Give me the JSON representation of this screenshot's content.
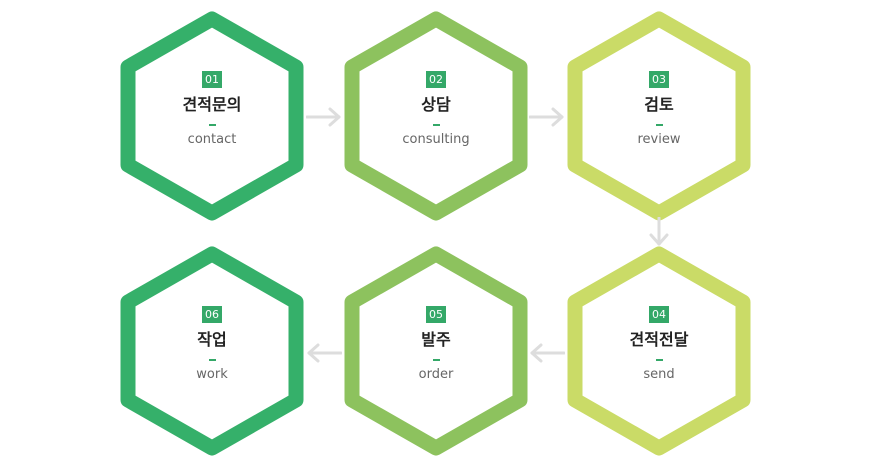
{
  "colors": {
    "dark_green": "#35b06a",
    "mid_green": "#8dc25e",
    "light_green": "#cadb67",
    "badge": "#34a868",
    "arrow": "#dddddd"
  },
  "steps": [
    {
      "num": "01",
      "title": "견적문의",
      "sub": "contact"
    },
    {
      "num": "02",
      "title": "상담",
      "sub": "consulting"
    },
    {
      "num": "03",
      "title": "검토",
      "sub": "review"
    },
    {
      "num": "04",
      "title": "견적전달",
      "sub": "send"
    },
    {
      "num": "05",
      "title": "발주",
      "sub": "order"
    },
    {
      "num": "06",
      "title": "작업",
      "sub": "work"
    }
  ]
}
